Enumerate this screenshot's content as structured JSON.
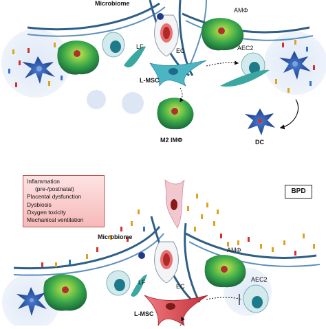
{
  "labels": {
    "microbiome_top": "Microbiome",
    "amphi_top": "AMΦ",
    "lf_top": "LF",
    "ec_top": "EC",
    "aec2_top": "AEC2",
    "lmsc_top": "L-MSC",
    "m2": "M2 IMΦ",
    "dc": "DC",
    "microbiome_bottom": "Microbiome",
    "amphi_bottom": "AMΦ",
    "lf_bottom": "LF",
    "ec_bottom": "EC",
    "aec2_bottom": "AEC2",
    "lmsc_bottom": "L-MSC"
  },
  "risk_box": {
    "line1": "Inflammation",
    "line2": "(pre-/postnatal)",
    "line3": "Placental dysfunction",
    "line4": "Dysbiosis",
    "line5": "Oxygen toxicity",
    "line6": "Mechanical ventilation"
  },
  "condition_tag": "BPD",
  "colors": {
    "risk_box_fill": "#f7b9b9",
    "risk_box_border": "#c0504d",
    "airway_wall": "#2f5f86",
    "macrophage": "#2e9e4e",
    "dendritic_cell": "#1f4fa0",
    "msc_healthy": "#4bb5c4",
    "msc_bpd": "#d6404a",
    "red_cell": "#c0392b"
  }
}
